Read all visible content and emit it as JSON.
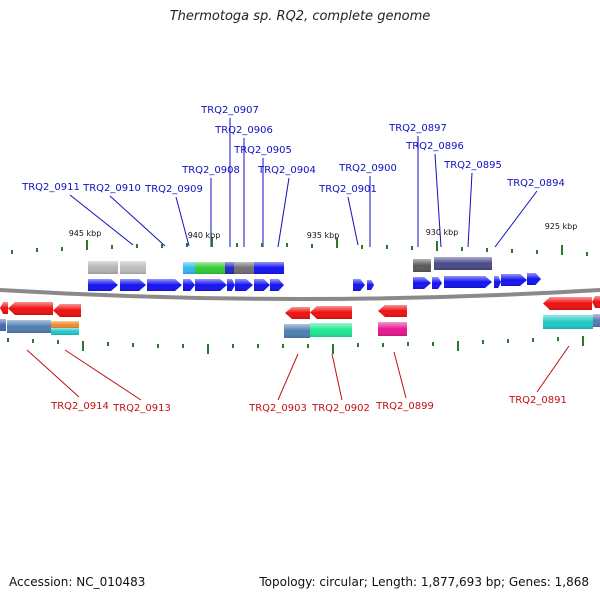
{
  "title": "Thermotoga sp. RQ2, complete genome",
  "footer": {
    "accession": "Accession: NC_010483",
    "summary": "Topology: circular; Length: 1,877,693 bp; Genes: 1,868"
  },
  "colors": {
    "backbone": "#8a8a8a",
    "forward_gene": "#1414f0",
    "reverse_gene": "#ee1111",
    "label_forward": "#1010c0",
    "label_reverse": "#c01010",
    "tick": "#2a7a2a"
  },
  "scale": {
    "labels": [
      "945 kbp",
      "940 kbp",
      "935 kbp",
      "930 kbp",
      "925 kbp"
    ]
  },
  "labels_top": [
    "TRQ2_0907",
    "TRQ2_0906",
    "TRQ2_0905",
    "TRQ2_0908",
    "TRQ2_0904",
    "TRQ2_0911",
    "TRQ2_0910",
    "TRQ2_0909",
    "TRQ2_0897",
    "TRQ2_0896",
    "TRQ2_0900",
    "TRQ2_0895",
    "TRQ2_0901",
    "TRQ2_0894"
  ],
  "labels_bottom": [
    "TRQ2_0914",
    "TRQ2_0913",
    "TRQ2_0903",
    "TRQ2_0902",
    "TRQ2_0899",
    "TRQ2_0891"
  ]
}
